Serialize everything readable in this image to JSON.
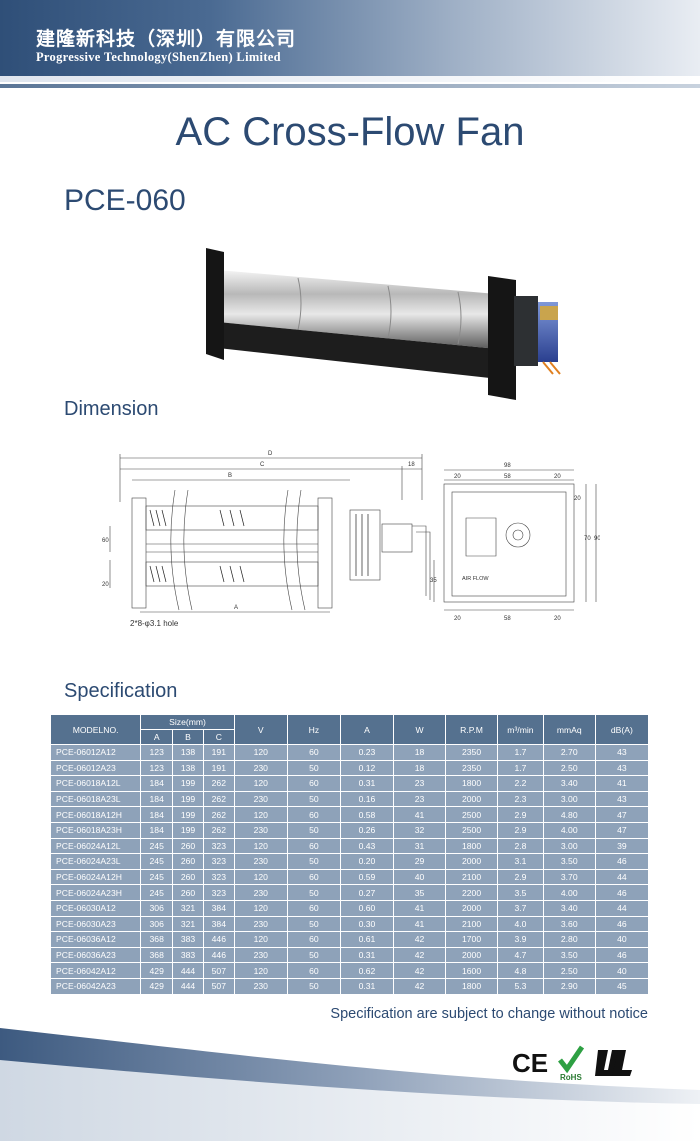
{
  "header": {
    "company_cn": "建隆新科技（深圳）有限公司",
    "company_en": "Progressive Technology(ShenZhen) Limited"
  },
  "title": "AC Cross-Flow Fan",
  "model": "PCE-060",
  "sections": {
    "dimension": "Dimension",
    "specification": "Specification"
  },
  "drawing": {
    "labels": {
      "D": "D",
      "C": "C",
      "B": "B",
      "A": "A",
      "d18": "18",
      "d60": "60",
      "d20": "20",
      "hole_note": "2*8-φ3.1 hole",
      "w98": "98",
      "w20a": "20",
      "w58a": "58",
      "w20b": "20",
      "h20": "20",
      "h70": "70",
      "h90": "90",
      "h35": "35",
      "airflow": "AIR FLOW",
      "b20a": "20",
      "b58": "58",
      "b20b": "20"
    }
  },
  "table": {
    "headers": {
      "model": "MODELNO.",
      "size": "Size(mm)",
      "a": "A",
      "b": "B",
      "c": "C",
      "v": "V",
      "hz": "Hz",
      "amp": "A",
      "w": "W",
      "rpm": "R.P.M",
      "flow": "m³/min",
      "mmaq": "mmAq",
      "db": "dB(A)"
    },
    "rows": [
      [
        "PCE-06012A12",
        "123",
        "138",
        "191",
        "120",
        "60",
        "0.23",
        "18",
        "2350",
        "1.7",
        "2.70",
        "43"
      ],
      [
        "PCE-06012A23",
        "123",
        "138",
        "191",
        "230",
        "50",
        "0.12",
        "18",
        "2350",
        "1.7",
        "2.50",
        "43"
      ],
      [
        "PCE-06018A12L",
        "184",
        "199",
        "262",
        "120",
        "60",
        "0.31",
        "23",
        "1800",
        "2.2",
        "3.40",
        "41"
      ],
      [
        "PCE-06018A23L",
        "184",
        "199",
        "262",
        "230",
        "50",
        "0.16",
        "23",
        "2000",
        "2.3",
        "3.00",
        "43"
      ],
      [
        "PCE-06018A12H",
        "184",
        "199",
        "262",
        "120",
        "60",
        "0.58",
        "41",
        "2500",
        "2.9",
        "4.80",
        "47"
      ],
      [
        "PCE-06018A23H",
        "184",
        "199",
        "262",
        "230",
        "50",
        "0.26",
        "32",
        "2500",
        "2.9",
        "4.00",
        "47"
      ],
      [
        "PCE-06024A12L",
        "245",
        "260",
        "323",
        "120",
        "60",
        "0.43",
        "31",
        "1800",
        "2.8",
        "3.00",
        "39"
      ],
      [
        "PCE-06024A23L",
        "245",
        "260",
        "323",
        "230",
        "50",
        "0.20",
        "29",
        "2000",
        "3.1",
        "3.50",
        "46"
      ],
      [
        "PCE-06024A12H",
        "245",
        "260",
        "323",
        "120",
        "60",
        "0.59",
        "40",
        "2100",
        "2.9",
        "3.70",
        "44"
      ],
      [
        "PCE-06024A23H",
        "245",
        "260",
        "323",
        "230",
        "50",
        "0.27",
        "35",
        "2200",
        "3.5",
        "4.00",
        "46"
      ],
      [
        "PCE-06030A12",
        "306",
        "321",
        "384",
        "120",
        "60",
        "0.60",
        "41",
        "2000",
        "3.7",
        "3.40",
        "44"
      ],
      [
        "PCE-06030A23",
        "306",
        "321",
        "384",
        "230",
        "50",
        "0.30",
        "41",
        "2100",
        "4.0",
        "3.60",
        "46"
      ],
      [
        "PCE-06036A12",
        "368",
        "383",
        "446",
        "120",
        "60",
        "0.61",
        "42",
        "1700",
        "3.9",
        "2.80",
        "40"
      ],
      [
        "PCE-06036A23",
        "368",
        "383",
        "446",
        "230",
        "50",
        "0.31",
        "42",
        "2000",
        "4.7",
        "3.50",
        "46"
      ],
      [
        "PCE-06042A12",
        "429",
        "444",
        "507",
        "120",
        "60",
        "0.62",
        "42",
        "1600",
        "4.8",
        "2.50",
        "40"
      ],
      [
        "PCE-06042A23",
        "429",
        "444",
        "507",
        "230",
        "50",
        "0.31",
        "42",
        "1800",
        "5.3",
        "2.90",
        "45"
      ]
    ]
  },
  "note": "Specification are subject to change without notice",
  "certifications": {
    "ce": "CE",
    "rohs": "RoHS",
    "ul_icon": "ul-recognized-icon"
  }
}
